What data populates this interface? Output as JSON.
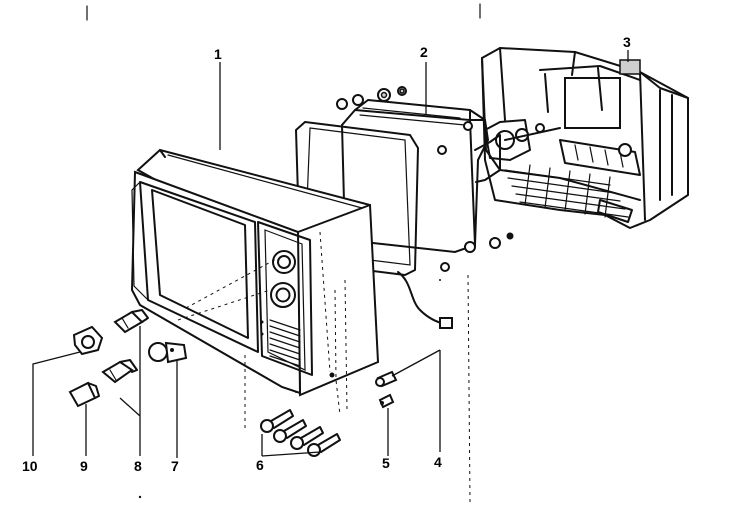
{
  "diagram": {
    "parts": [
      {
        "id": "cabinet",
        "callout": "1"
      },
      {
        "id": "picture-tube",
        "callout": "2"
      },
      {
        "id": "chassis",
        "callout": "3"
      },
      {
        "id": "mounting-screw",
        "callout": "4"
      },
      {
        "id": "back-screw",
        "callout": "5"
      },
      {
        "id": "speaker-screws",
        "callout": "6"
      },
      {
        "id": "knob-7",
        "callout": "7"
      },
      {
        "id": "knob-8",
        "callout": "8"
      },
      {
        "id": "knob-9",
        "callout": "9"
      },
      {
        "id": "knob-10",
        "callout": "10"
      }
    ],
    "colors": {
      "ink": "#111111",
      "paper": "#ffffff"
    }
  }
}
